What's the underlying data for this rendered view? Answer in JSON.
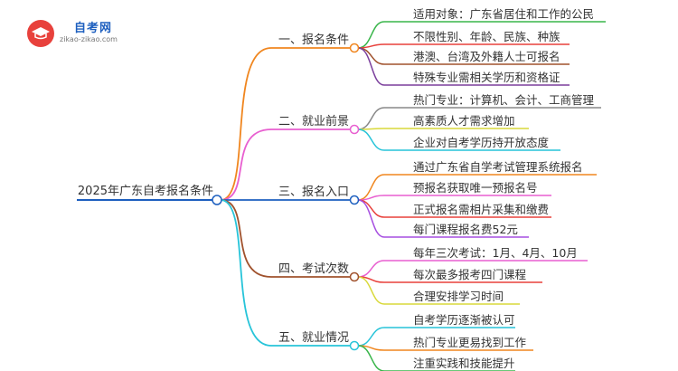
{
  "logo": {
    "name": "自考网",
    "url": "zikao-zikao.com"
  },
  "root": {
    "label": "2025年广东自考报名条件",
    "color": "#1d5fbf"
  },
  "branches": [
    {
      "label": "一、报名条件",
      "color": "#f0861f",
      "items": [
        "适用对象：广东省居住和工作的公民",
        "不限性别、年龄、民族、种族",
        "港澳、台湾及外籍人士可报名",
        "特殊专业需相关学历和资格证"
      ],
      "item_colors": [
        "#39b54a",
        "#e8413c",
        "#a0522d",
        "#7b3f9c"
      ]
    },
    {
      "label": "二、就业前景",
      "color": "#e85fd0",
      "items": [
        "热门专业：计算机、会计、工商管理",
        "高素质人才需求增加",
        "企业对自考学历持开放态度"
      ],
      "item_colors": [
        "#888888",
        "#d9d93a",
        "#27c4d9"
      ]
    },
    {
      "label": "三、报名入口",
      "color": "#1d5fbf",
      "items": [
        "通过广东省自学考试管理系统报名",
        "预报名获取唯一预报名号",
        "正式报名需相片采集和缴费",
        "每门课程报名费52元"
      ],
      "item_colors": [
        "#f0861f",
        "#e85fd0",
        "#e8413c",
        "#a64ee0"
      ]
    },
    {
      "label": "四、考试次数",
      "color": "#a0522d",
      "items": [
        "每年三次考试：1月、4月、10月",
        "每次最多报考四门课程",
        "合理安排学习时间"
      ],
      "item_colors": [
        "#e85fd0",
        "#e8413c",
        "#d9d93a"
      ]
    },
    {
      "label": "五、就业情况",
      "color": "#27c4d9",
      "items": [
        "自考学历逐渐被认可",
        "热门专业更易找到工作",
        "注重实践和技能提升"
      ],
      "item_colors": [
        "#27c4d9",
        "#f0861f",
        "#39b54a"
      ]
    }
  ]
}
